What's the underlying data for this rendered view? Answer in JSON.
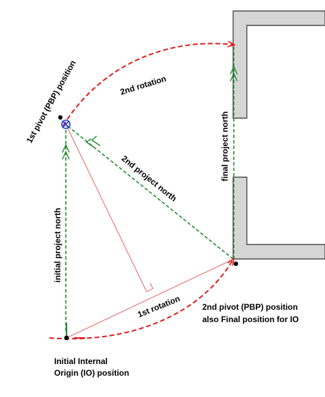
{
  "colors": {
    "project_north": "#1f8a2a",
    "rotation": "#e0191a",
    "construction": "#e85050",
    "wall_fill": "#d6d6d6",
    "wall_stroke": "#4a4a4a",
    "pivot_mark": "#1a3fd0",
    "text": "#000000"
  },
  "labels": {
    "rotation_1": "1st rotation",
    "rotation_2": "2nd rotation",
    "initial_north": "initial project north",
    "second_north": "2nd project north",
    "final_north": "final project north",
    "pivot_1": "1st pivot (PBP) position",
    "pivot_2_line1": "2nd pivot (PBP) position",
    "pivot_2_line2": "also Final position for IO",
    "origin_line1": "Initial Internal",
    "origin_line2": "Origin (IO) position"
  }
}
